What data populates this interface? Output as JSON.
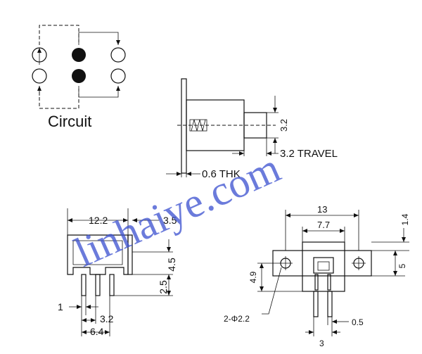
{
  "labels": {
    "circuit": "Circuit",
    "thk": "0.6 THK",
    "travel": "3.2 TRAVEL",
    "hole": "2-Φ2.2"
  },
  "dims": {
    "side_32": "3.2",
    "w122": "12.2",
    "d35": "3.5",
    "d45": "4.5",
    "d25": "2.5",
    "d1": "1",
    "d32b": "3.2",
    "d64": "6.4",
    "w13": "13",
    "w77": "7.7",
    "d14": "1.4",
    "d5": "5",
    "d49": "4.9",
    "d05": "0.5",
    "d3": "3"
  },
  "watermark": "linhaiye.com",
  "colors": {
    "line": "#111111",
    "watermark": "#3a4fd0"
  }
}
